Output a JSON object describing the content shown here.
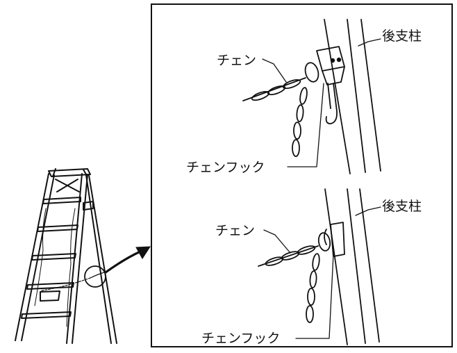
{
  "labels": {
    "top_post": "後支柱",
    "top_chain": "チェン",
    "top_hook": "チェンフック",
    "bottom_post": "後支柱",
    "bottom_chain": "チェン",
    "bottom_hook": "チェンフック"
  }
}
